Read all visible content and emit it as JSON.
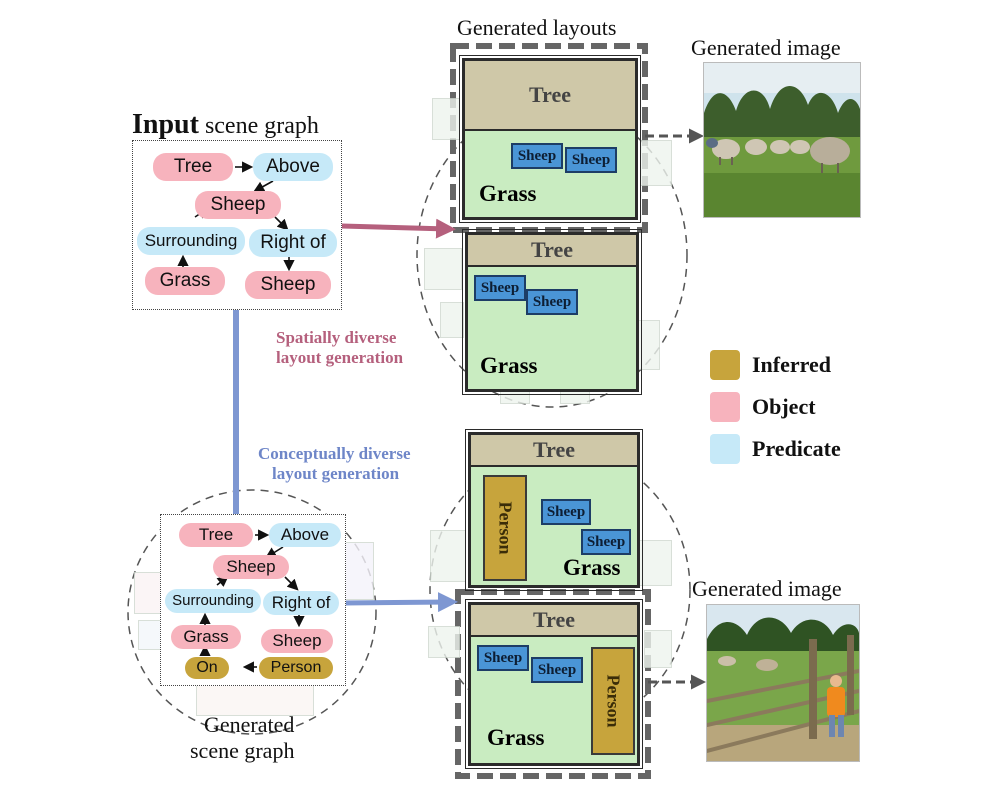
{
  "headings": {
    "generated_layouts": "Generated layouts",
    "generated_image_top": "Generated image",
    "generated_image_bottom": "Generated image",
    "input_bold": "Input",
    "input_rest": " scene graph",
    "generated_scene_graph_line1": "Generated",
    "generated_scene_graph_line2": "scene graph"
  },
  "captions": {
    "spatial_line1": "Spatially diverse",
    "spatial_line2": "layout generation",
    "conceptual_line1": "Conceptually diverse",
    "conceptual_line2": "layout generation"
  },
  "input_graph": {
    "tree": "Tree",
    "above": "Above",
    "sheep1": "Sheep",
    "surrounding": "Surrounding",
    "right_of": "Right of",
    "grass": "Grass",
    "sheep2": "Sheep"
  },
  "generated_graph": {
    "tree": "Tree",
    "above": "Above",
    "sheep1": "Sheep",
    "surrounding": "Surrounding",
    "right_of": "Right of",
    "grass": "Grass",
    "sheep2": "Sheep",
    "on": "On",
    "person": "Person"
  },
  "layouts": [
    {
      "tree": "Tree",
      "grass": "Grass",
      "sheep": [
        "Sheep",
        "Sheep"
      ]
    },
    {
      "tree": "Tree",
      "grass": "Grass",
      "sheep": [
        "Sheep",
        "Sheep"
      ]
    },
    {
      "tree": "Tree",
      "grass": "Grass",
      "sheep": [
        "Sheep",
        "Sheep"
      ],
      "person": "Person"
    },
    {
      "tree": "Tree",
      "grass": "Grass",
      "sheep": [
        "Sheep",
        "Sheep"
      ],
      "person": "Person"
    }
  ],
  "legend": [
    {
      "label": "Inferred",
      "color": "#c7a43c"
    },
    {
      "label": "Object",
      "color": "#f7b3bd"
    },
    {
      "label": "Predicate",
      "color": "#c6e9f8"
    }
  ],
  "colors": {
    "spatial_arrow": "#b5607d",
    "conceptual_arrow": "#7e97d2",
    "object": "#f7b3bd",
    "predicate": "#c6e9f8",
    "inferred": "#c7a43c"
  }
}
